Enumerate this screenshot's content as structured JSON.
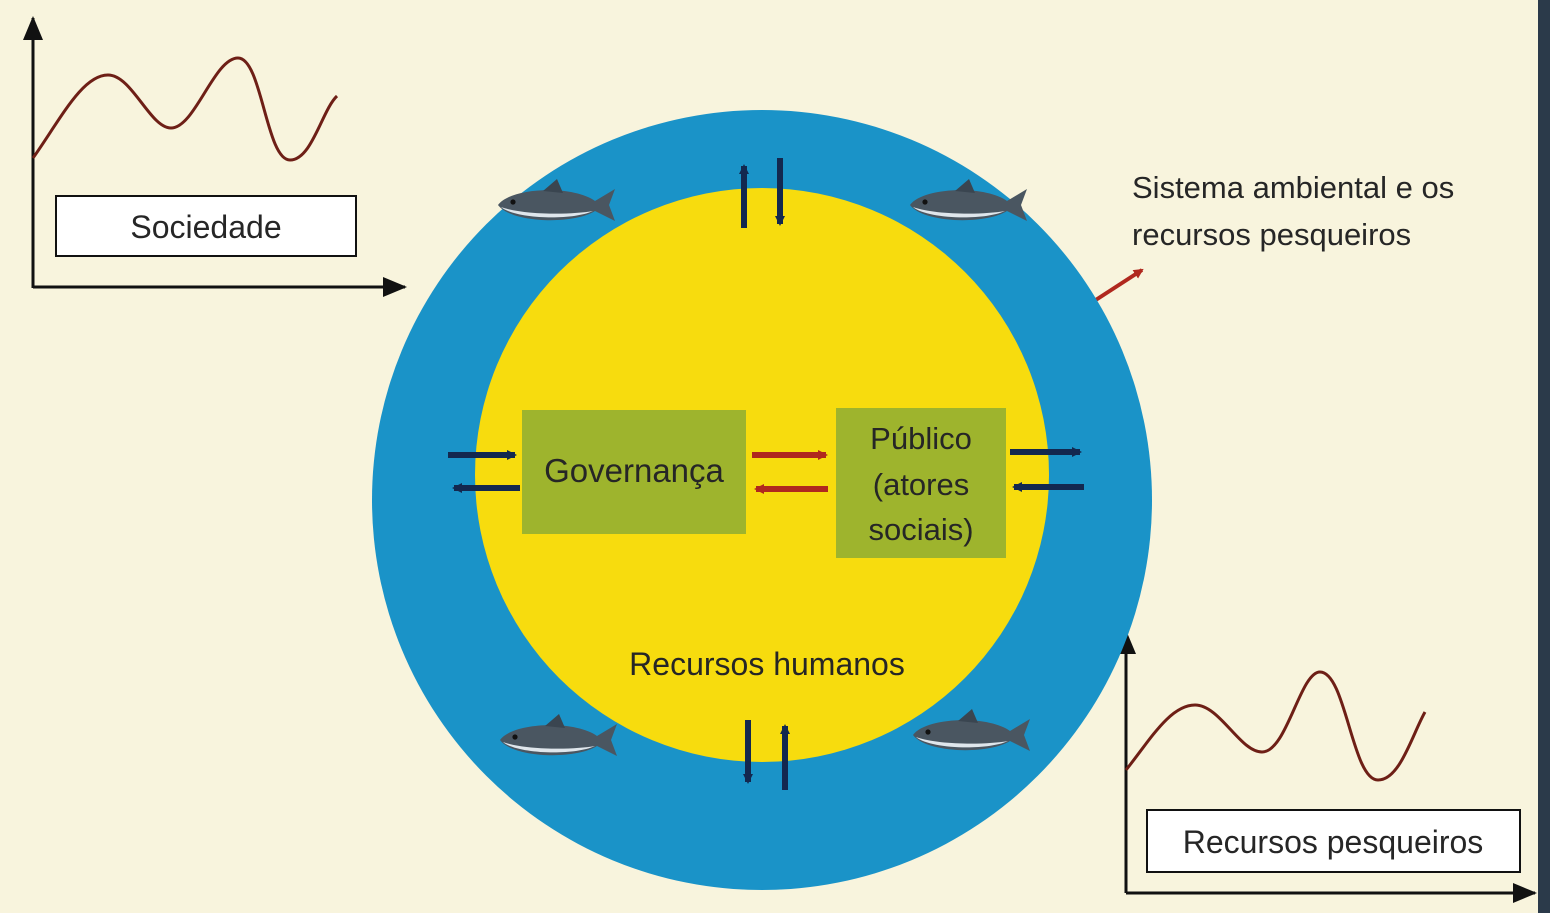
{
  "society_label": "Sociedade",
  "fishery_label": "Recursos pesqueiros",
  "environment_label_line1": "Sistema ambiental e os",
  "environment_label_line2": "recursos pesqueiros",
  "human_resources_label": "Recursos humanos",
  "governance_label": "Governança",
  "public_label_line1": "Público",
  "public_label_line2": "(atores",
  "public_label_line3": "sociais)",
  "colors": {
    "background": "#f8f4dd",
    "outer_ring": "#1a93c8",
    "inner_circle": "#f7dc0e",
    "box_fill": "#9eb42d",
    "arrow_dark": "#13284f",
    "arrow_red": "#b0281e",
    "wave": "#6e1f16"
  },
  "icons": [
    "fish-icon",
    "fish-icon",
    "fish-icon",
    "fish-icon"
  ]
}
